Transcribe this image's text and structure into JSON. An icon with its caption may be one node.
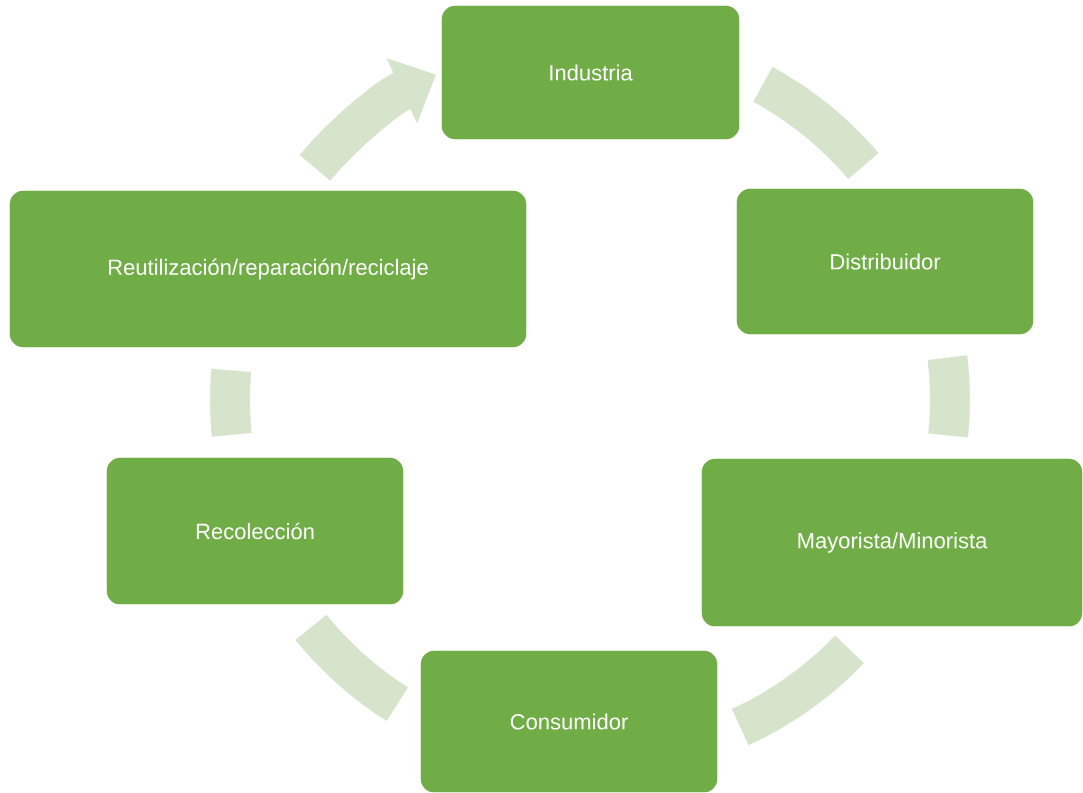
{
  "diagram": {
    "nodes": [
      {
        "text": [
          "Industria"
        ]
      },
      {
        "text": [
          "Distribuidor"
        ]
      },
      {
        "text": [
          "Mayorista/Minorista"
        ]
      },
      {
        "text": [
          "Consumidor"
        ]
      },
      {
        "text": [
          "Recolección"
        ]
      },
      {
        "text": [
          "Reutilización/reparación/reciclaje"
        ]
      }
    ],
    "edges": [
      {
        "from": 0,
        "to": 1,
        "arrow": "none"
      },
      {
        "from": 1,
        "to": 2,
        "arrow": "none"
      },
      {
        "from": 2,
        "to": 3,
        "arrow": "none"
      },
      {
        "from": 3,
        "to": 4,
        "arrow": "none"
      },
      {
        "from": 4,
        "to": 5,
        "arrow": "none"
      },
      {
        "from": 5,
        "to": 0,
        "arrow": "to"
      }
    ]
  }
}
